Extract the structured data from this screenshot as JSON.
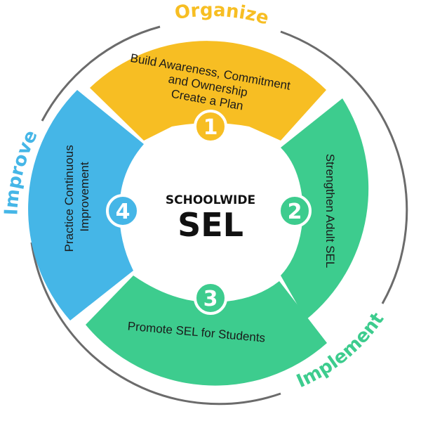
{
  "colors": {
    "organize": "#F7BE23",
    "implement": "#3DCC8E",
    "improve": "#45B6E7",
    "ring": "#6b6b6b",
    "center_text": "#111111"
  },
  "center": {
    "line1": "SCHOOLWIDE",
    "line2": "SEL"
  },
  "phases": [
    {
      "id": "organize",
      "label": "Organize"
    },
    {
      "id": "implement",
      "label": "Implement"
    },
    {
      "id": "improve",
      "label": "Improve"
    }
  ],
  "segments": [
    {
      "number": "1",
      "phase": "organize",
      "lines": [
        "Build Awareness, Commitment",
        "and Ownership",
        "Create a Plan"
      ]
    },
    {
      "number": "2",
      "phase": "implement",
      "lines": [
        "Strengthen Adult SEL"
      ]
    },
    {
      "number": "3",
      "phase": "implement",
      "lines": [
        "Promote SEL for Students"
      ]
    },
    {
      "number": "4",
      "phase": "improve",
      "lines": [
        "Practice Continuous",
        "Improvement"
      ]
    }
  ]
}
